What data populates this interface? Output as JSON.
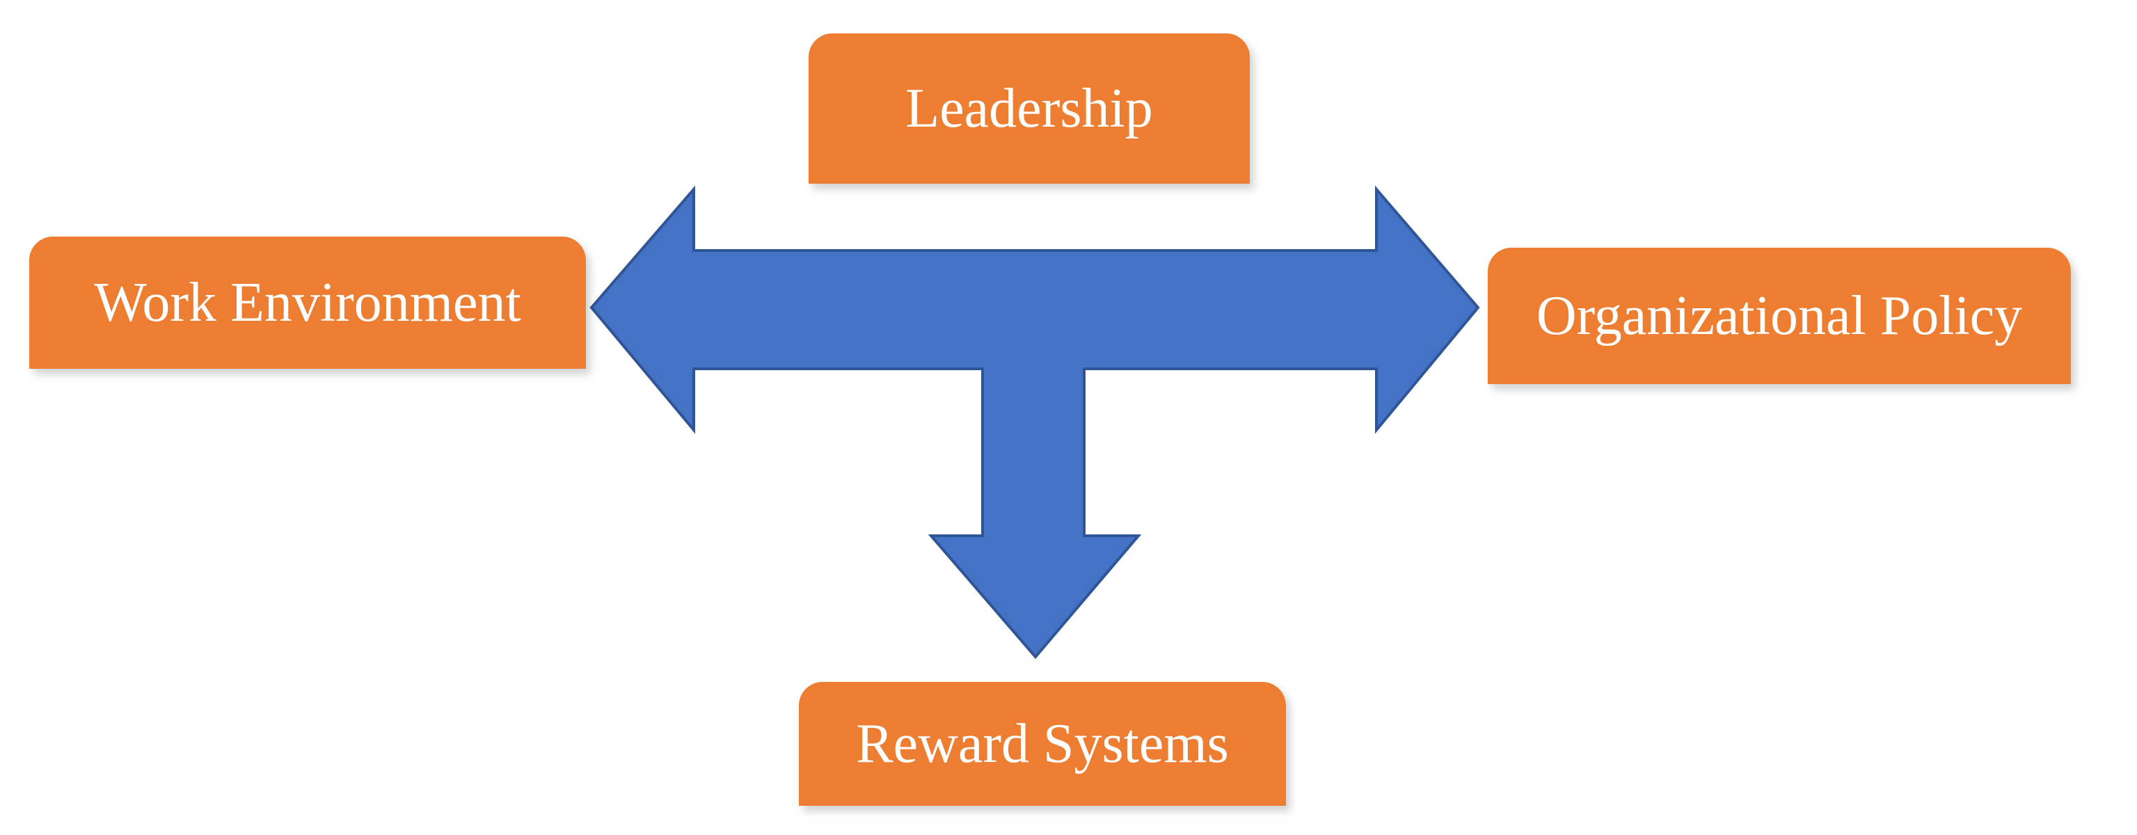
{
  "diagram": {
    "colors": {
      "box_fill": "#ED7D31",
      "arrow_fill": "#4472C4",
      "arrow_stroke": "#2F5597",
      "text": "#FFFFFF"
    },
    "nodes": {
      "top": {
        "label": "Leadership"
      },
      "left": {
        "label": "Work Environment"
      },
      "right": {
        "label": "Organizational Policy"
      },
      "bottom": {
        "label": "Reward Systems"
      }
    },
    "connector": {
      "shape": "three-way arrow",
      "directions": [
        "left",
        "right",
        "down"
      ]
    }
  }
}
